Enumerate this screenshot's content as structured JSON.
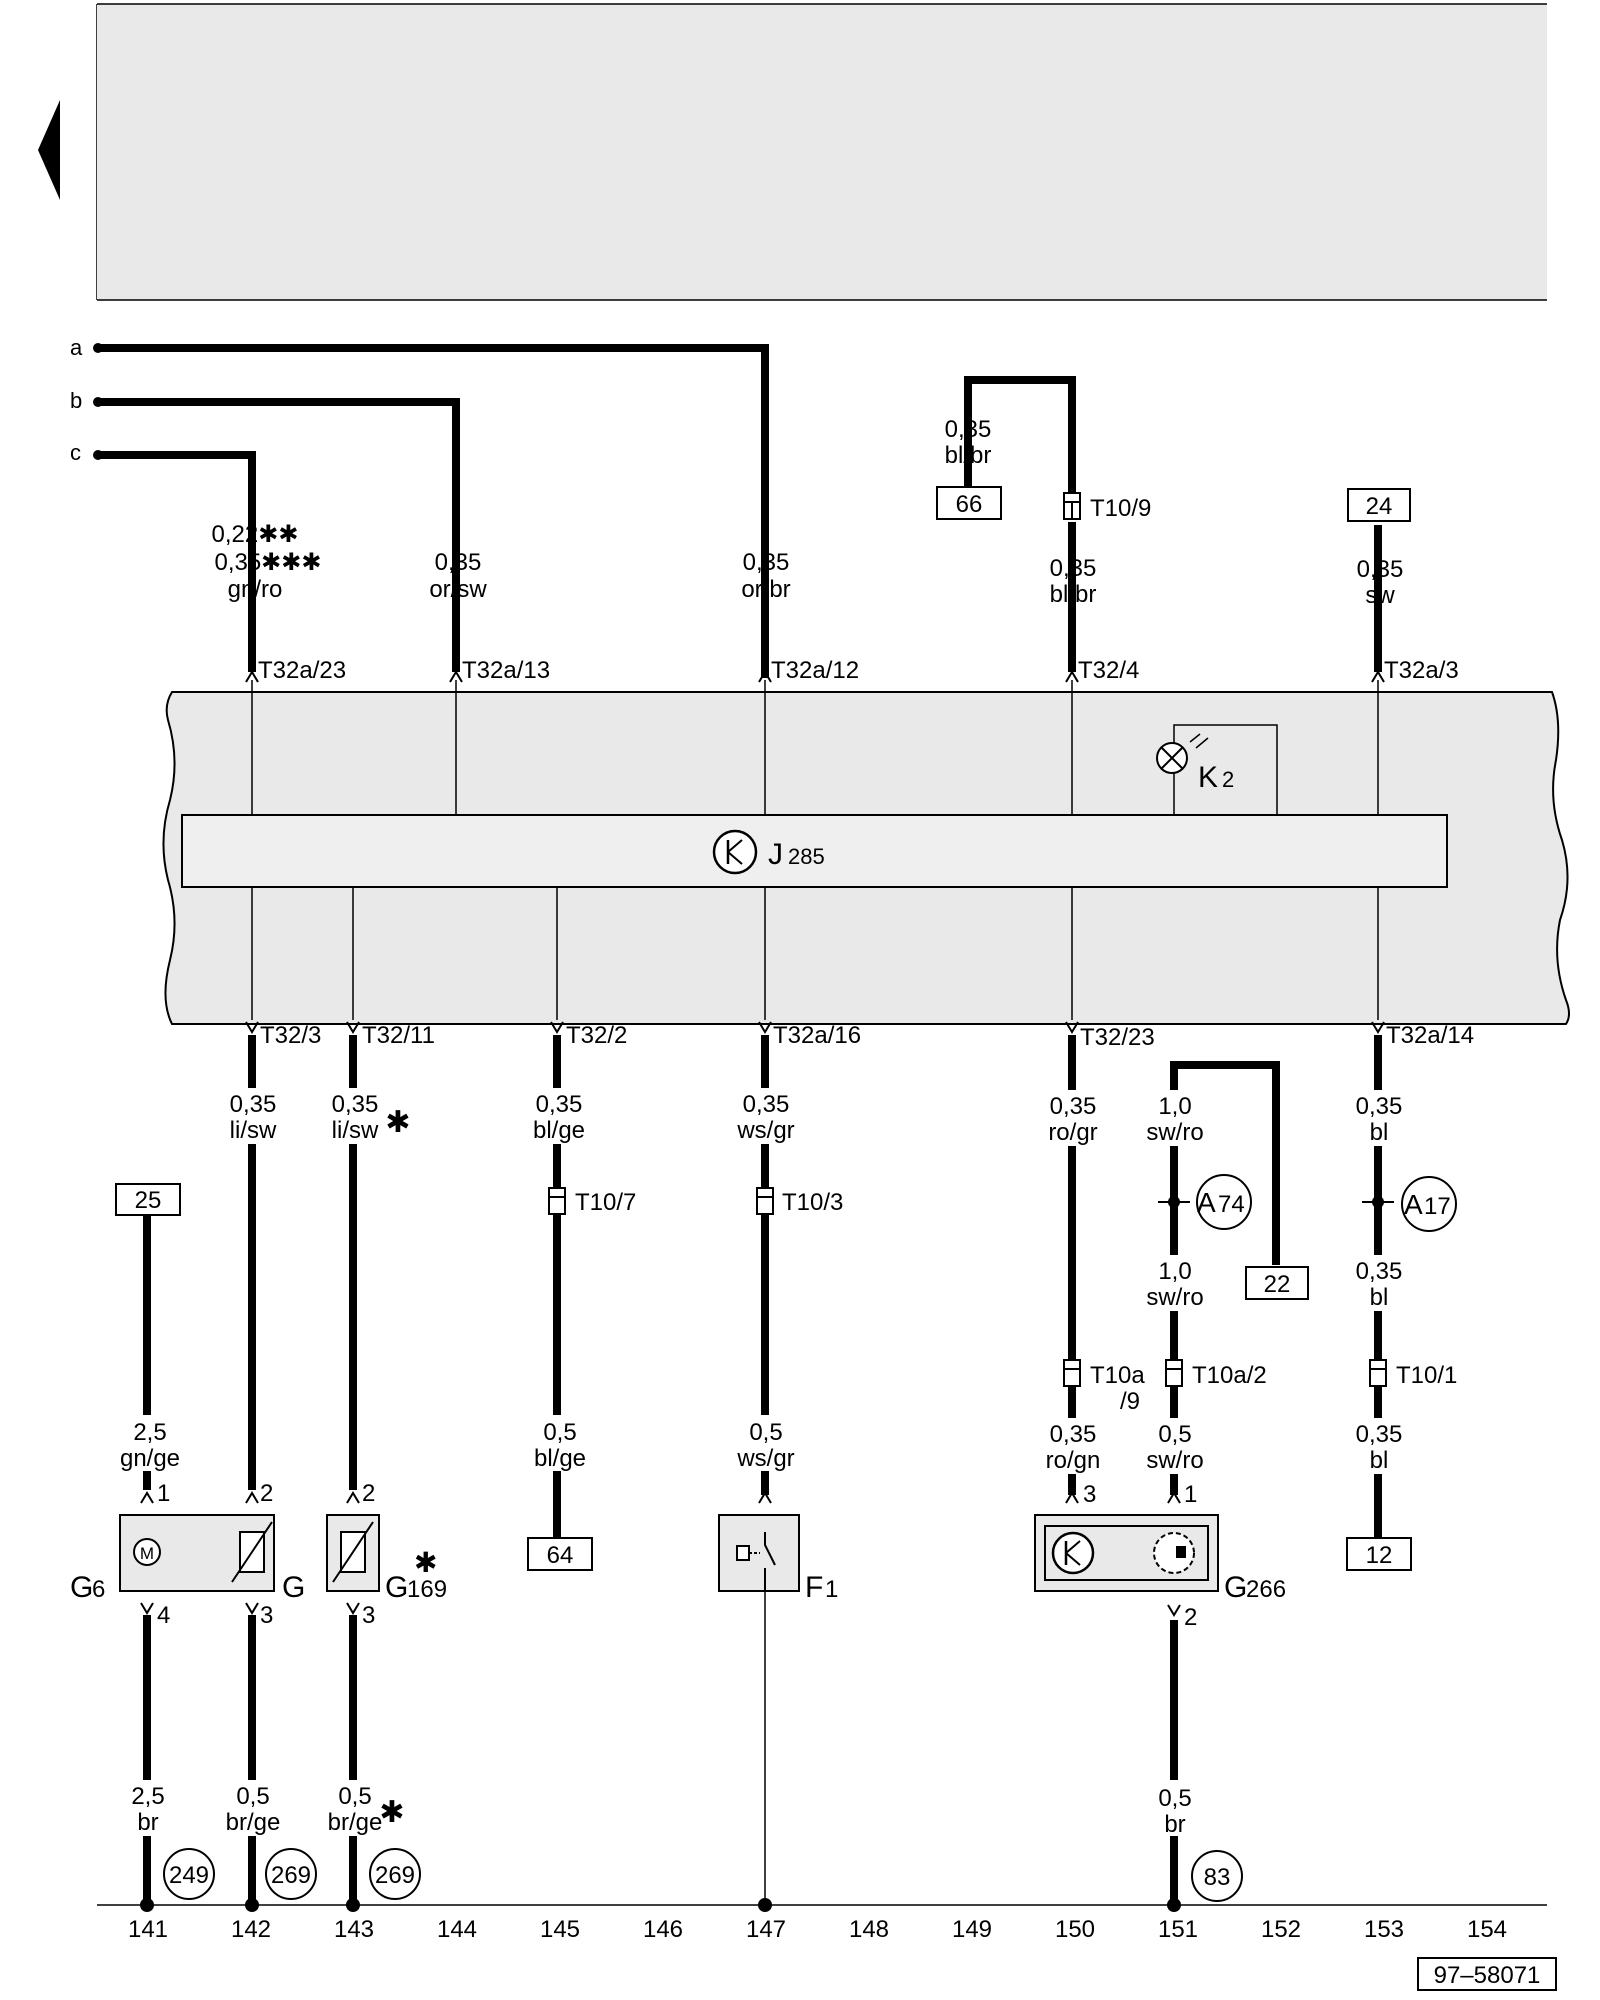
{
  "doc_code": "97–58071",
  "input_lines": [
    "a",
    "b",
    "c"
  ],
  "col_ref": [
    "141",
    "142",
    "143",
    "144",
    "145",
    "146",
    "147",
    "148",
    "149",
    "150",
    "151",
    "152",
    "153",
    "154"
  ],
  "top": {
    "w1": {
      "sz": "0,22✱✱",
      "sz2": "0,35✱✱✱",
      "col": "gn/ro",
      "pin": "T32a/23"
    },
    "w2": {
      "sz": "0,35",
      "col": "or/sw",
      "pin": "T32a/13"
    },
    "w3": {
      "sz": "0,35",
      "col": "or/br",
      "pin": "T32a/12"
    },
    "w4a": {
      "sz": "0,35",
      "col": "bl/br"
    },
    "w4b": {
      "sz": "0,35",
      "col": "bl/br",
      "pin": "T32/4"
    },
    "w5": {
      "sz": "0,35",
      "col": "sw",
      "pin": "T32a/3"
    }
  },
  "connectors": {
    "t10_9": "T10/9",
    "t10_7": "T10/7",
    "t10_3": "T10/3",
    "t10a_9a": "T10a",
    "t10a_9b": "/9",
    "t10a_2": "T10a/2",
    "t10_1": "T10/1"
  },
  "refs": {
    "r66": "66",
    "r24": "24",
    "r25": "25",
    "r22": "22",
    "r64": "64",
    "r12": "12"
  },
  "components": {
    "j285": "J",
    "j285_sub": "285",
    "k2": "K",
    "k2_sub": "2",
    "g6": "G",
    "g6_sub": "6",
    "g": "G",
    "g169": "G",
    "g169_sub": "169",
    "g169_star": "✱",
    "f1": "F",
    "f1_sub": "1",
    "g266": "G",
    "g266_sub": "266",
    "motor": "M"
  },
  "bottom": {
    "p1": "T32/3",
    "p2": "T32/11",
    "p3": "T32/2",
    "p4": "T32a/16",
    "p5": "T32/23",
    "p6": "T32a/14",
    "w1": {
      "sz": "0,35",
      "col": "li/sw"
    },
    "w2": {
      "sz": "0,35",
      "col": "li/sw",
      "star": "✱"
    },
    "w3": {
      "sz": "0,35",
      "col": "bl/ge"
    },
    "w3b": {
      "sz": "0,5",
      "col": "bl/ge"
    },
    "w4": {
      "sz": "0,35",
      "col": "ws/gr"
    },
    "w4b": {
      "sz": "0,5",
      "col": "ws/gr"
    },
    "w5": {
      "sz": "0,35",
      "col": "ro/gr"
    },
    "w5b": {
      "sz": "0,35",
      "col": "ro/gn"
    },
    "w6": {
      "sz": "1,0",
      "col": "sw/ro"
    },
    "w6b": {
      "sz": "1,0",
      "col": "sw/ro"
    },
    "w6c": {
      "sz": "0,5",
      "col": "sw/ro"
    },
    "w7": {
      "sz": "0,35",
      "col": "bl"
    },
    "w7b": {
      "sz": "0,35",
      "col": "bl"
    },
    "w7c": {
      "sz": "0,35",
      "col": "bl"
    },
    "w8": {
      "sz": "2,5",
      "col": "gn/ge"
    },
    "w8b": {
      "sz": "2,5",
      "col": "br"
    },
    "w9": {
      "sz": "0,5",
      "col": "br/ge"
    },
    "w10": {
      "sz": "0,5",
      "col": "br/ge",
      "star": "✱"
    },
    "w11": {
      "sz": "0,5",
      "col": "br"
    }
  },
  "pins": {
    "g6_1": "1",
    "g6_4": "4",
    "g_2": "2",
    "g_3": "3",
    "g169_2": "2",
    "g169_3": "3",
    "g266_3": "3",
    "g266_1": "1",
    "g266_2": "2"
  },
  "grounds": {
    "e249": "249",
    "e269a": "269",
    "e269b": "269",
    "e83": "83"
  },
  "splices": {
    "a74": "A",
    "a74_sub": "74",
    "a17": "A",
    "a17_sub": "17"
  }
}
